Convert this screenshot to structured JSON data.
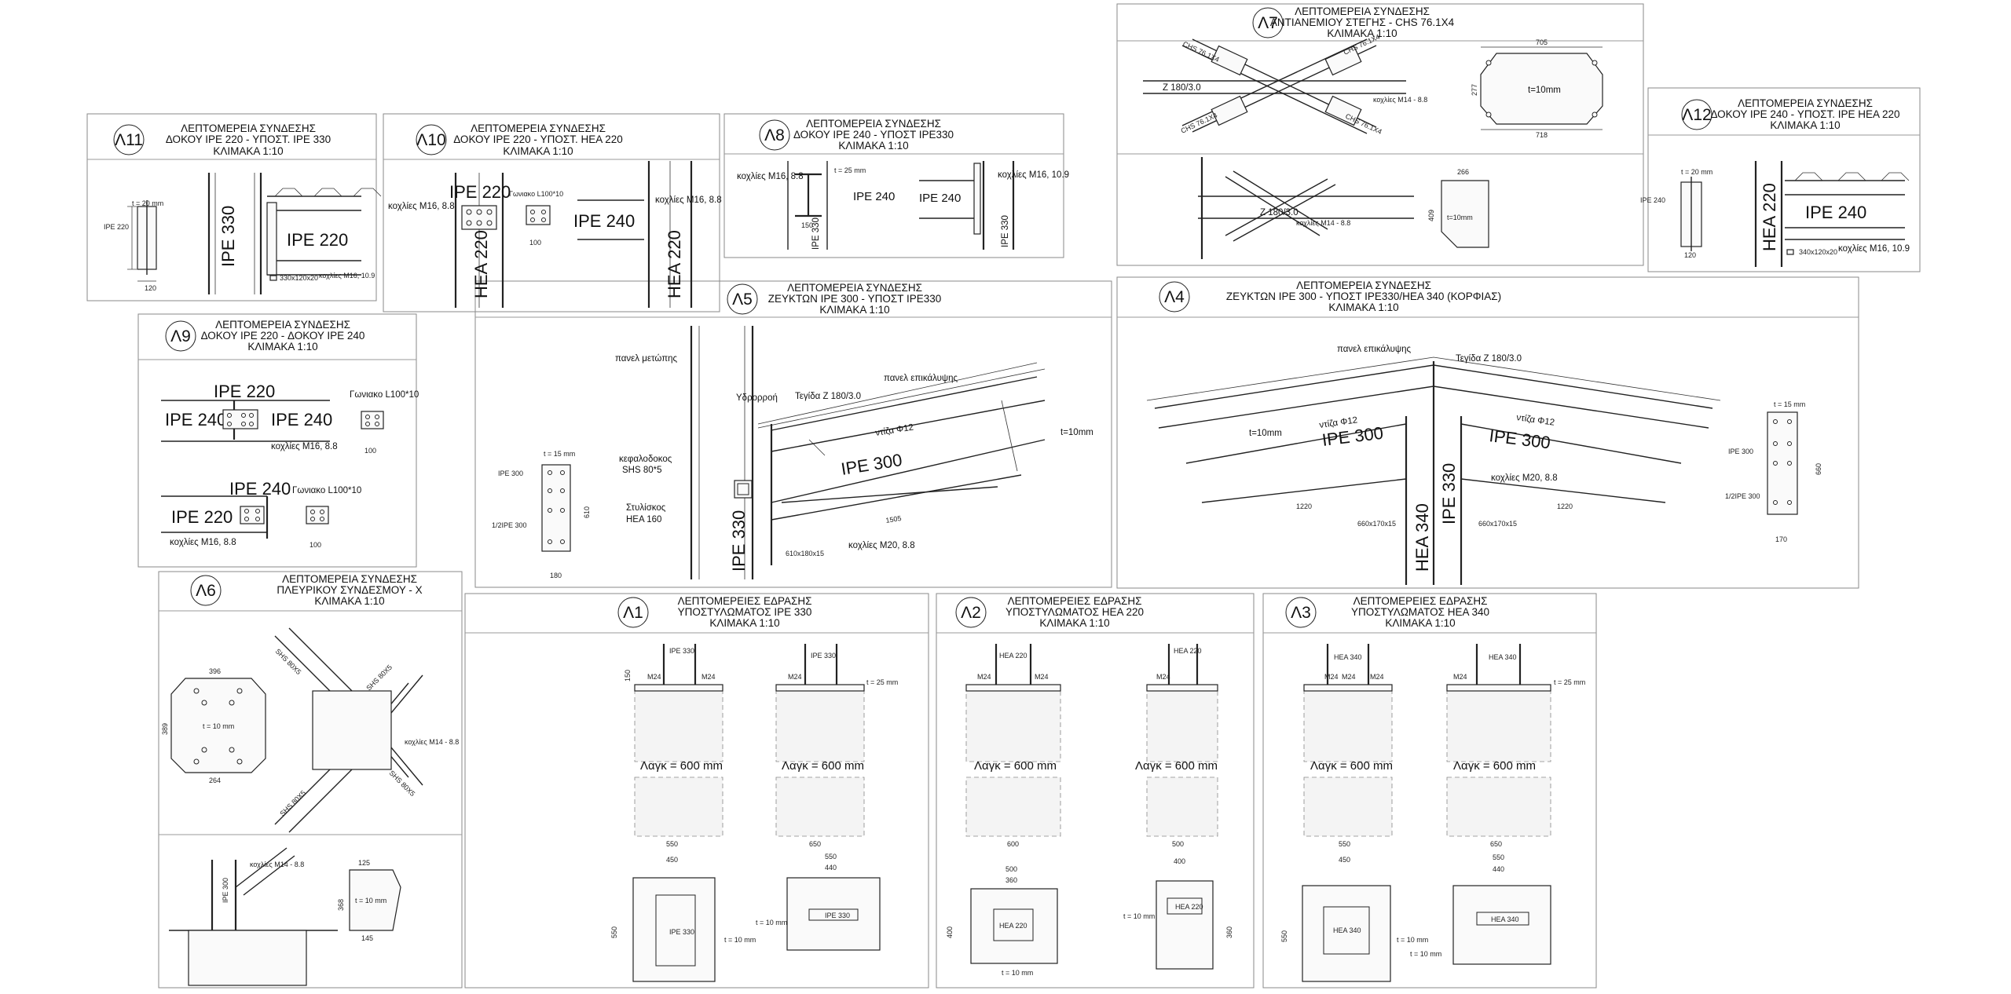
{
  "panels": [
    {
      "id": "L11",
      "code": "Λ11",
      "title": [
        "ΛΕΠΤΟΜΕΡΕΙΑ ΣΥΝΔΕΣΗΣ",
        "ΔΟΚΟΥ IPE 220 - ΥΠΟΣΤ. IPE 330",
        "ΚΛΙΜΑΚΑ 1:10"
      ]
    },
    {
      "id": "L10",
      "code": "Λ10",
      "title": [
        "ΛΕΠΤΟΜΕΡΕΙΑ ΣΥΝΔΕΣΗΣ",
        "ΔΟΚΟΥ IPE 220 - ΥΠΟΣΤ. HEA 220",
        "ΚΛΙΜΑΚΑ 1:10"
      ]
    },
    {
      "id": "L8",
      "code": "Λ8",
      "title": [
        "ΛΕΠΤΟΜΕΡΕΙΑ ΣΥΝΔΕΣΗΣ",
        "ΔΟΚΟΥ IPE 240 - ΥΠΟΣΤ IPE330",
        "ΚΛΙΜΑΚΑ 1:10"
      ]
    },
    {
      "id": "L7",
      "code": "Λ7",
      "title": [
        "ΛΕΠΤΟΜΕΡΕΙΑ ΣΥΝΔΕΣΗΣ",
        "ΑΝΤΙΑΝΕΜΙΟΥ ΣΤΕΓΗΣ - CHS 76.1X4",
        "ΚΛΙΜΑΚΑ 1:10"
      ]
    },
    {
      "id": "L12",
      "code": "Λ12",
      "title": [
        "ΛΕΠΤΟΜΕΡΕΙΑ ΣΥΝΔΕΣΗΣ",
        "ΔΟΚΟΥ IPE 240 - ΥΠΟΣΤ. IPE HEA 220",
        "ΚΛΙΜΑΚΑ 1:10"
      ]
    },
    {
      "id": "L9",
      "code": "Λ9",
      "title": [
        "ΛΕΠΤΟΜΕΡΕΙΑ ΣΥΝΔΕΣΗΣ",
        "ΔΟΚΟΥ IPE 220 - ΔΟΚΟΥ IPE 240",
        "ΚΛΙΜΑΚΑ 1:10"
      ]
    },
    {
      "id": "L5",
      "code": "Λ5",
      "title": [
        "ΛΕΠΤΟΜΕΡΕΙΑ ΣΥΝΔΕΣΗΣ",
        "ΖΕΥΚΤΩΝ IPE 300 - ΥΠΟΣΤ IPE330",
        "ΚΛΙΜΑΚΑ 1:10"
      ]
    },
    {
      "id": "L4",
      "code": "Λ4",
      "title": [
        "ΛΕΠΤΟΜΕΡΕΙΑ ΣΥΝΔΕΣΗΣ",
        "ΖΕΥΚΤΩΝ IPE 300 - ΥΠΟΣΤ IPE330/HEA 340 (ΚΟΡΦΙΑΣ)",
        "ΚΛΙΜΑΚΑ 1:10"
      ]
    },
    {
      "id": "L6",
      "code": "Λ6",
      "title": [
        "ΛΕΠΤΟΜΕΡΕΙΑ ΣΥΝΔΕΣΗΣ",
        "ΠΛΕΥΡΙΚΟΥ ΣΥΝΔΕΣΜΟΥ - Χ",
        "ΚΛΙΜΑΚΑ 1:10"
      ]
    },
    {
      "id": "L1",
      "code": "Λ1",
      "title": [
        "ΛΕΠΤΟΜΕΡΕΙΕΣ ΕΔΡΑΣΗΣ",
        "ΥΠΟΣΤΥΛΩΜΑΤΟΣ  IPE 330",
        "ΚΛΙΜΑΚΑ 1:10"
      ]
    },
    {
      "id": "L2",
      "code": "Λ2",
      "title": [
        "ΛΕΠΤΟΜΕΡΕΙΕΣ ΕΔΡΑΣΗΣ",
        "ΥΠΟΣΤΥΛΩΜΑΤΟΣ  HEA 220",
        "ΚΛΙΜΑΚΑ 1:10"
      ]
    },
    {
      "id": "L3",
      "code": "Λ3",
      "title": [
        "ΛΕΠΤΟΜΕΡΕΙΕΣ ΕΔΡΑΣΗΣ",
        "ΥΠΟΣΤΥΛΩΜΑΤΟΣ  HEA 340",
        "ΚΛΙΜΑΚΑ 1:10"
      ]
    }
  ],
  "labels": {
    "ipe330": "IPE 330",
    "ipe300": "IPE 300",
    "ipe240": "IPE 240",
    "ipe220": "IPE 220",
    "hea220": "HEA 220",
    "hea340": "HEA 340",
    "hea160": "HEA 160",
    "bolt_m16_88": "κοχλίες M16, 8.8",
    "bolt_m16_109": "κοχλίες M16, 10.9",
    "bolt_m20_88": "κοχλίες M20, 8.8",
    "bolt_m14_88": "κοχλίες M14 - 8.8",
    "angle": "Γωνιακο L100*10",
    "t20": "t = 20 mm",
    "t15": "t = 15 mm",
    "t25": "t = 25 mm",
    "t10": "t = 10 mm",
    "t10mm": "t=10mm",
    "plate_330": "330x120x20",
    "plate_340": "340x120x20",
    "plate_660": "660x170x15",
    "plate_610": "610x180x15",
    "panel_front": "πανελ μετώπης",
    "gutter": "Υδρορροή",
    "purlin": "Τεγίδα  Z 180/3.0",
    "roof_panel": "πανελ επικάλυψης",
    "rod": "ντίζα Φ12",
    "cap": "κεφαλοδοκος",
    "shs805": "SHS 80*5",
    "post": "Στυλίσκος",
    "chs": "CHS 76.1X4",
    "z180": "Z 180/3.0",
    "shs80x5": "SHS 80X5",
    "m24": "M24",
    "lagk": "Λαγκ = 600 mm",
    "half_ipe300": "1/2IPE 300"
  },
  "dims": {
    "d1220": "1220",
    "d1505": "1505",
    "d705": "705",
    "d718": "718",
    "d277": "277",
    "d266": "266",
    "d409": "409",
    "d396": "396",
    "d389": "389",
    "d264": "264",
    "d368": "368",
    "d125": "125",
    "d145": "145",
    "d450": "450",
    "d550": "550",
    "d600": "600",
    "d500": "500",
    "d650": "650",
    "d400": "400",
    "d440": "440",
    "d180": "180",
    "d170": "170",
    "d100": "100",
    "d120": "120",
    "d150": "150",
    "d360": "360",
    "d610": "610",
    "d660": "660"
  }
}
